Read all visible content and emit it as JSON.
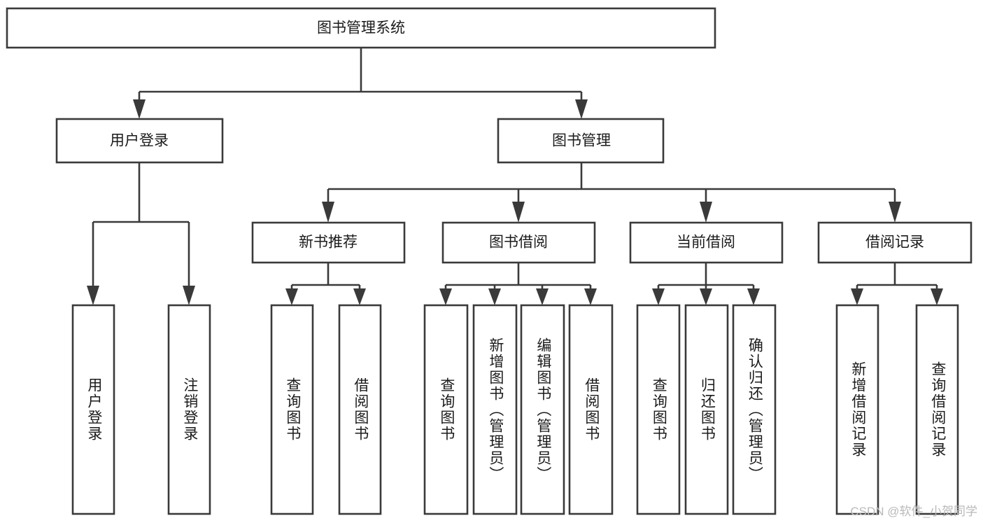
{
  "diagram": {
    "type": "tree",
    "title": "图书管理系统",
    "orientation": "top-down",
    "colors": {
      "box_stroke": "#3a3a3a",
      "box_fill": "#ffffff",
      "connector": "#3a3a3a",
      "text": "#1b1b1b",
      "background": "#ffffff",
      "watermark": "#b9b9b9"
    },
    "root": {
      "label": "图书管理系统"
    },
    "level2": [
      {
        "label": "用户登录"
      },
      {
        "label": "图书管理"
      }
    ],
    "level3": [
      {
        "label": "新书推荐"
      },
      {
        "label": "图书借阅"
      },
      {
        "label": "当前借阅"
      },
      {
        "label": "借阅记录"
      }
    ],
    "leaves": {
      "user_login": [
        {
          "label": "用户登录"
        },
        {
          "label": "注销登录"
        }
      ],
      "new_book": [
        {
          "label": "查询图书"
        },
        {
          "label": "借阅图书"
        }
      ],
      "book_borrow": [
        {
          "label": "查询图书"
        },
        {
          "label": "新增图书（管理员）"
        },
        {
          "label": "编辑图书（管理员）"
        },
        {
          "label": "借阅图书"
        }
      ],
      "current_borrow": [
        {
          "label": "查询图书"
        },
        {
          "label": "归还图书"
        },
        {
          "label": "确认归还（管理员）"
        }
      ],
      "borrow_record": [
        {
          "label": "新增借阅记录"
        },
        {
          "label": "查询借阅记录"
        }
      ]
    }
  },
  "watermark": {
    "text": "CSDN @软件_小贺同学"
  }
}
